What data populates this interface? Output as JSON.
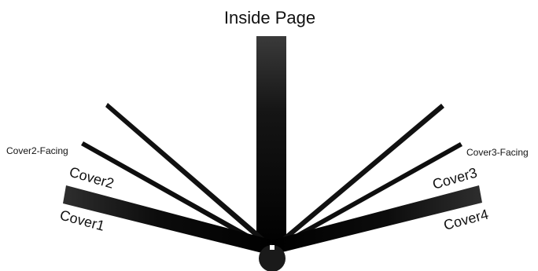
{
  "title": "Inside Page",
  "labels": {
    "cover1": "Cover1",
    "cover2": "Cover2",
    "cover2_facing": "Cover2-Facing",
    "cover3": "Cover3",
    "cover3_facing": "Cover3-Facing",
    "cover4": "Cover4"
  },
  "colors": {
    "page_dark": "#000000",
    "page_mid": "#3a3a3a",
    "background": "#ffffff",
    "spine": "#1a1a1a"
  }
}
